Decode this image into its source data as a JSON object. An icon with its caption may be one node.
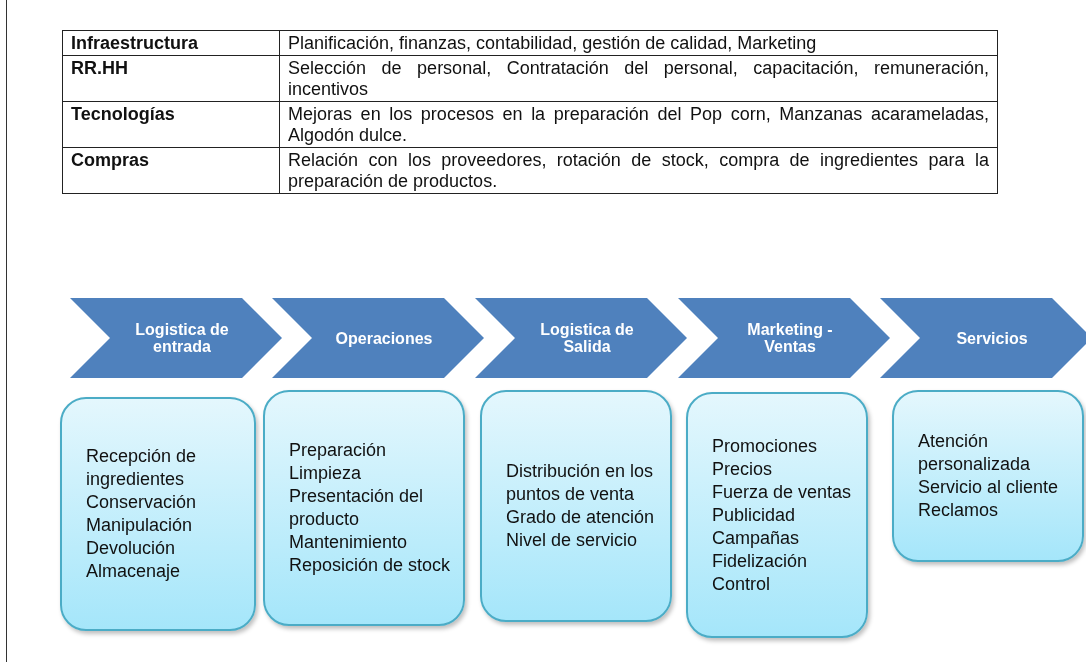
{
  "diagram": {
    "nodes": [
      {
        "text": [
          "Logistica de entrada"
        ]
      },
      {
        "text": [
          "Operaciones"
        ]
      },
      {
        "text": [
          "Logistica de Salida"
        ]
      },
      {
        "text": [
          "Marketing - Ventas"
        ]
      },
      {
        "text": [
          "Servicios"
        ]
      },
      {
        "text": [
          "Recepción de ingredientes",
          "Conservación",
          "Manipulación",
          "Devolución",
          "Almacenaje"
        ]
      },
      {
        "text": [
          "Preparación",
          "Limpieza",
          "Presentación del producto",
          "Mantenimiento",
          "Reposición de stock"
        ]
      },
      {
        "text": [
          "Distribución en los puntos de venta",
          "Grado de atención",
          "Nivel de servicio"
        ]
      },
      {
        "text": [
          "Promociones",
          "Precios",
          "Fuerza de ventas",
          "Publicidad",
          "Campañas",
          "Fidelización",
          "Control"
        ]
      },
      {
        "text": [
          "Atención personalizada",
          "Servicio al cliente",
          "Reclamos"
        ]
      }
    ],
    "labels": [
      "Infraestructura",
      "Planificación, finanzas, contabilidad, gestión de calidad, Marketing",
      "RR.HH",
      "Selección de personal, Contratación del personal, capacitación, remuneración, incentivos",
      "Tecnologías",
      "Mejoras en los procesos en la preparación del Pop corn, Manzanas acarameladas, Algodón dulce.",
      "Compras",
      "Relación con los proveedores, rotación de stock, compra de ingredientes para la preparación de productos."
    ]
  }
}
